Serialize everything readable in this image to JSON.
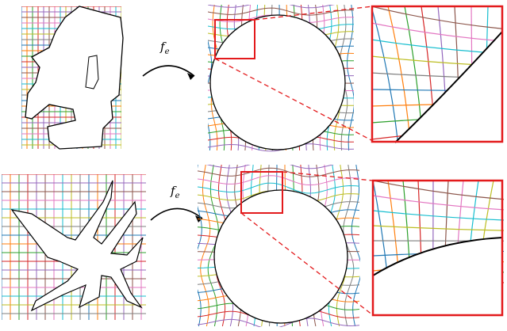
{
  "map_label": "f",
  "map_subscript": "e",
  "grid_colors": [
    "#1f77b4",
    "#ff7f0e",
    "#2ca02c",
    "#d62728",
    "#9467bd",
    "#8c564b",
    "#e377c2",
    "#17becf",
    "#bcbd22",
    "#7f7f7f"
  ],
  "zoom_box_color": "#e31a1c",
  "rows": [
    {
      "source_shape": "moai-head",
      "target_shape": "unit-disk",
      "zoom": "upper-left-boundary"
    },
    {
      "source_shape": "nazca-hummingbird",
      "target_shape": "unit-disk",
      "zoom": "top-boundary"
    }
  ]
}
